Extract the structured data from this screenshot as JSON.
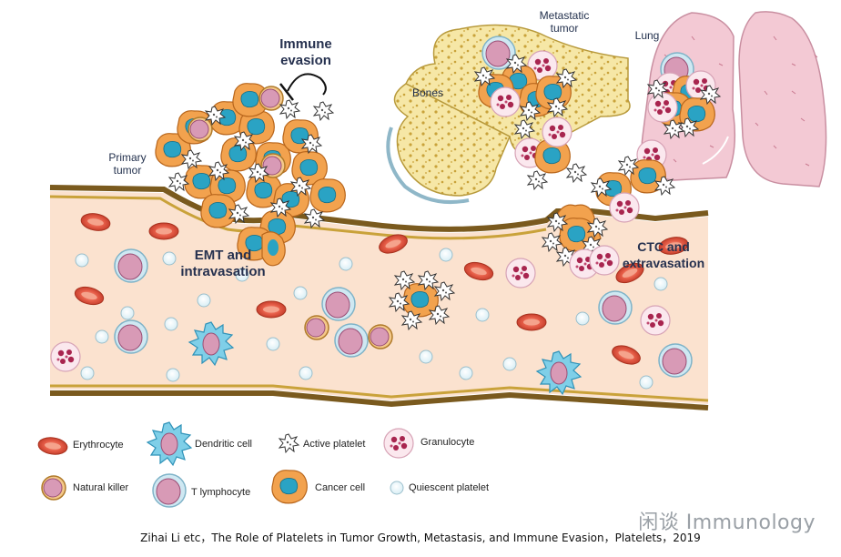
{
  "labels": {
    "immune_evasion": [
      "Immune",
      "evasion"
    ],
    "primary_tumor": [
      "Primary",
      "tumor"
    ],
    "metastatic_tumor": [
      "Metastatic",
      "tumor"
    ],
    "bones": "Bones",
    "lung": "Lung",
    "emt": [
      "EMT and",
      "intravasation"
    ],
    "ctc": [
      "CTC and",
      "extravasation"
    ]
  },
  "legend": {
    "erythrocyte": "Erythrocyte",
    "dendritic_cell": "Dendritic cell",
    "active_platelet": "Active platelet",
    "granulocyte": "Granulocyte",
    "natural_killer": "Natural killer",
    "t_lymphocyte": "T lymphocyte",
    "cancer_cell": "Cancer cell",
    "quiescent_platelet": "Quiescent platelet"
  },
  "caption": "Zihai Li etc，The Role of Platelets in Tumor Growth, Metastasis, and Immune Evasion，Platelets，2019",
  "watermark": "闲谈 Immunology",
  "colors": {
    "vessel_fill": "#fbe2cf",
    "vessel_wall": "#7a5a1e",
    "erythrocyte": "#e8604a",
    "cancer": "#f2a24e",
    "cancer_nucleus": "#2aa3c4",
    "bone": "#f6e7a6",
    "lung": "#f3c9d4"
  }
}
